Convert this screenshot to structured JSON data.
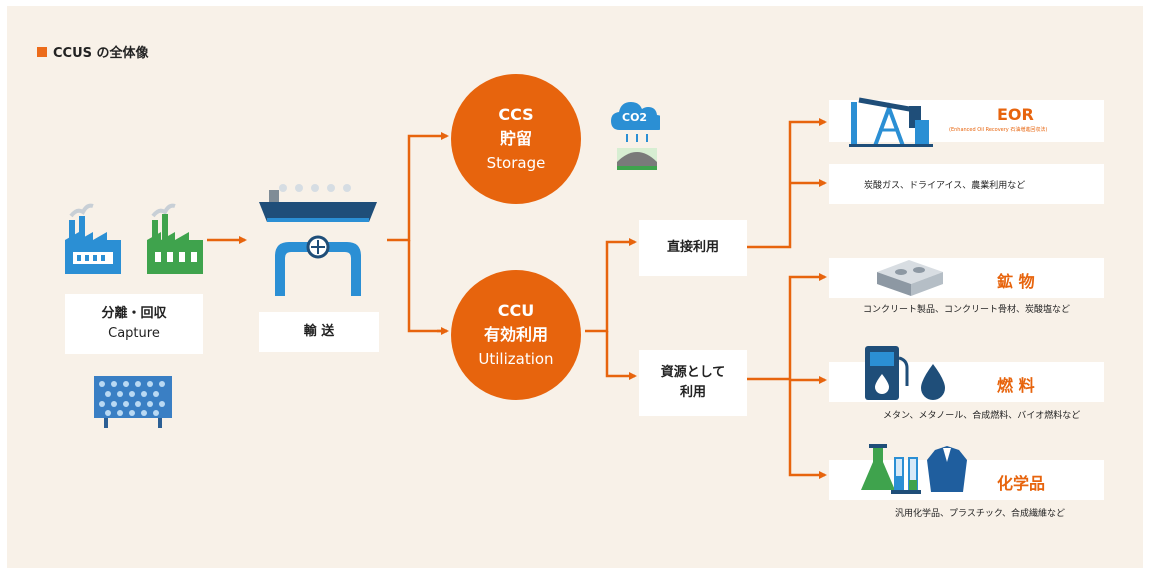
{
  "header": {
    "title": "CCUS の全体像"
  },
  "capture": {
    "line1": "分離・回収",
    "line2": "Capture"
  },
  "transport": {
    "label": "輸 送"
  },
  "ccs": {
    "abbr": "CCS",
    "ja": "貯留",
    "en": "Storage"
  },
  "ccu": {
    "abbr": "CCU",
    "ja": "有効利用",
    "en": "Utilization"
  },
  "co2_icon": {
    "label": "CO2"
  },
  "direct": {
    "label": "直接利用"
  },
  "resource": {
    "line1": "資源として",
    "line2": "利用"
  },
  "eor": {
    "name": "EOR",
    "detail": "(Enhanced Oil Recovery 石油増進回収法)"
  },
  "direct_uses": {
    "label": "炭酸ガス、ドライアイス、農業利用など"
  },
  "minerals": {
    "name": "鉱 物",
    "examples": "コンクリート製品、コンクリート骨材、炭酸塩など"
  },
  "fuels": {
    "name": "燃 料",
    "examples": "メタン、メタノール、合成燃料、バイオ燃料など"
  },
  "chemicals": {
    "name": "化学品",
    "examples": "汎用化学品、プラスチック、合成繊維など"
  },
  "colors": {
    "accent": "#e7640d",
    "icon_blue": "#2b8fd4",
    "icon_green": "#3fa34d",
    "bg": "#f8f1e8"
  }
}
